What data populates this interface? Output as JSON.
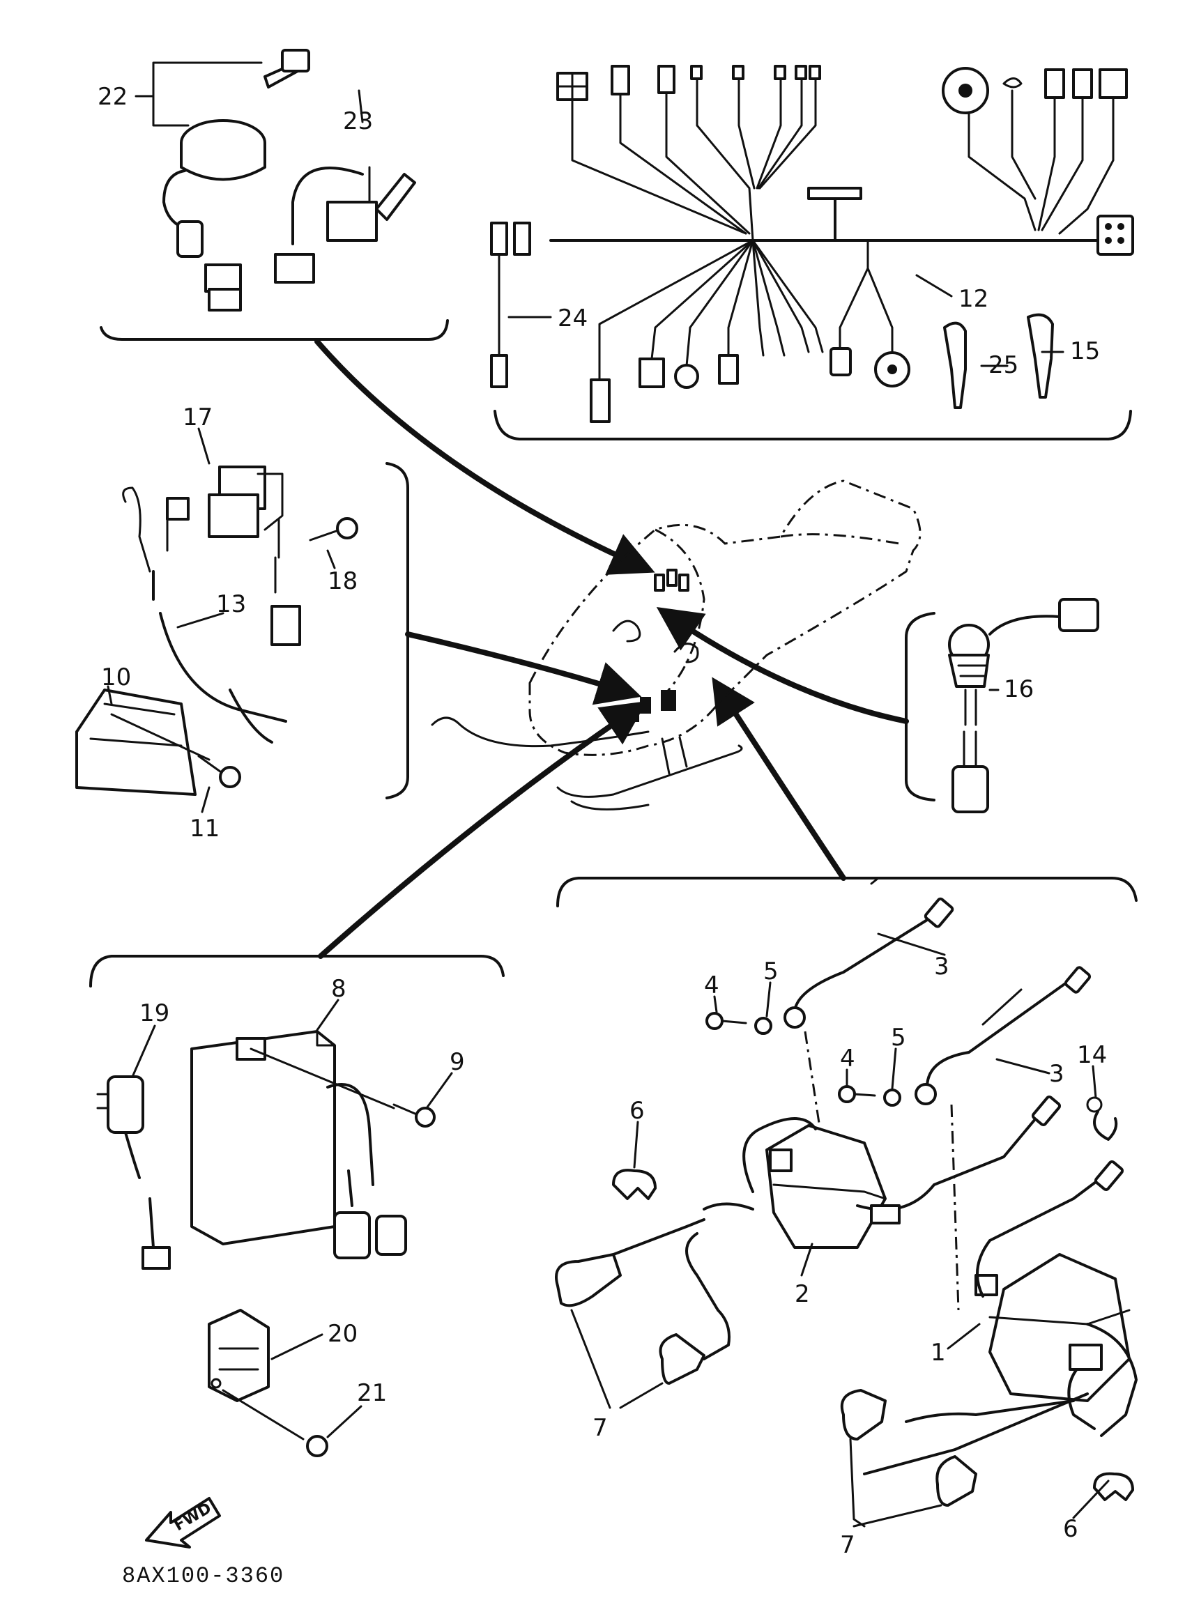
{
  "figure_code": "8AX100-3360",
  "fwd_label": "FWD",
  "callouts": {
    "p1": "1",
    "p2": "2",
    "p3a": "3",
    "p3b": "3",
    "p4a": "4",
    "p4b": "4",
    "p5a": "5",
    "p5b": "5",
    "p6a": "6",
    "p6b": "6",
    "p7a": "7",
    "p7b": "7",
    "p8": "8",
    "p9": "9",
    "p10": "10",
    "p11": "11",
    "p12": "12",
    "p13": "13",
    "p14": "14",
    "p15": "15",
    "p16": "16",
    "p17": "17",
    "p18": "18",
    "p19": "19",
    "p20": "20",
    "p21": "21",
    "p22": "22",
    "p23": "23",
    "p24": "24",
    "p25": "25"
  }
}
